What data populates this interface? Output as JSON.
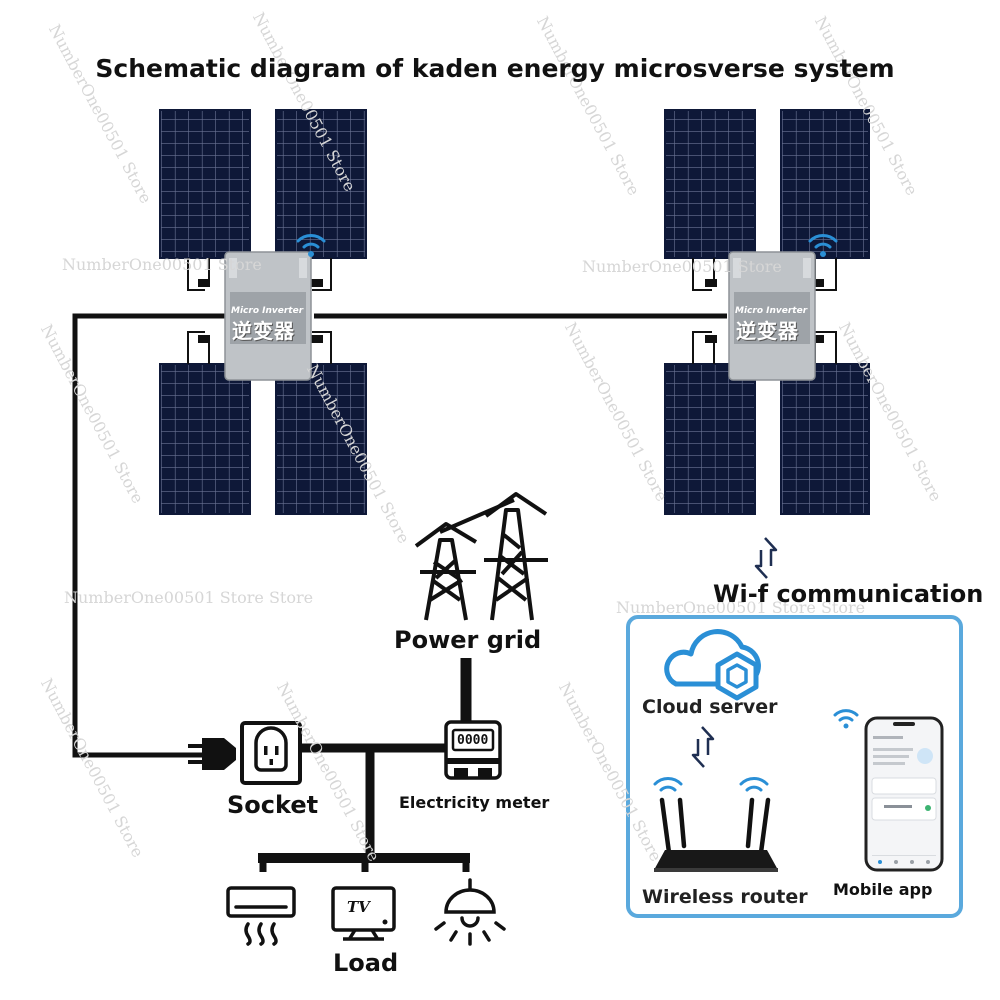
{
  "title": "Schematic diagram of kaden energy microsverse system",
  "inverter": {
    "brand": "Micro Inverter",
    "label_cn": "逆变器"
  },
  "labels": {
    "power_grid": "Power grid",
    "socket": "Socket",
    "electricity_meter": "Electricity meter",
    "load": "Load",
    "wifi_communication": "Wi-f communication",
    "cloud_server": "Cloud server",
    "wireless_router": "Wireless router",
    "mobile_app": "Mobile app"
  },
  "meter": {
    "reading": "0000"
  },
  "tv": {
    "label": "TV"
  },
  "watermark": "NumberOne00501 Store",
  "watermark_long": "NumberOne00501 Store Store",
  "colors": {
    "panel": "#0e1838",
    "cell_line": "#6a7394",
    "wire": "#111111",
    "accent": "#2a8fd6",
    "box": "#5aa9dd"
  }
}
